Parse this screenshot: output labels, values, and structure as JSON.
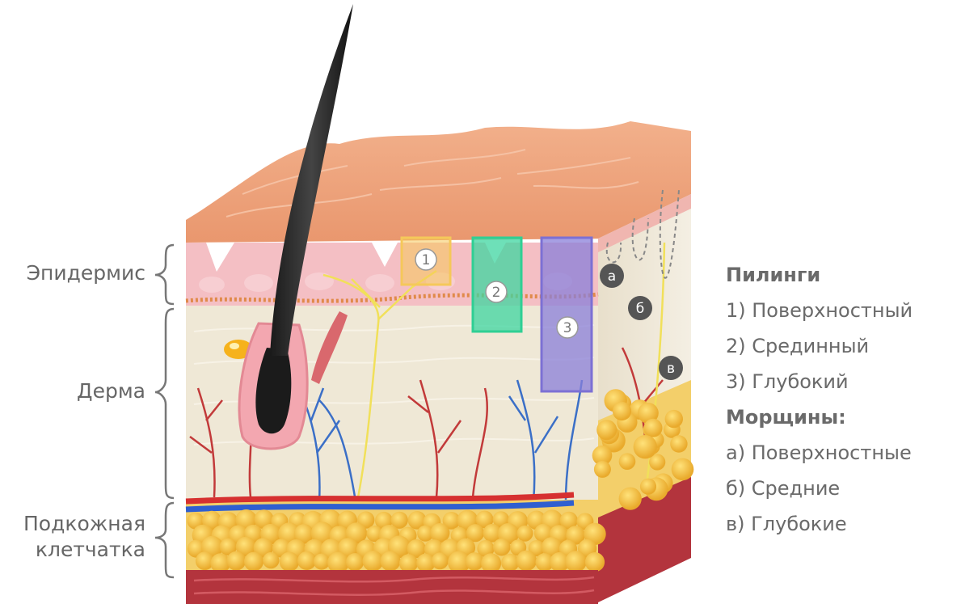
{
  "layers": {
    "epidermis": "Эпидермис",
    "dermis": "Дерма",
    "subcutaneous_line1": "Подкожная",
    "subcutaneous_line2": "клетчатка"
  },
  "peel_markers": [
    "1",
    "2",
    "3"
  ],
  "wrinkle_markers": [
    "а",
    "б",
    "в"
  ],
  "legend": {
    "peels_heading": "Пилинги",
    "peels": [
      "1) Поверхностный",
      "2) Срединный",
      "3) Глубокий"
    ],
    "wrinkles_heading": "Морщины:",
    "wrinkles": [
      "а) Поверхностные",
      "б) Средние",
      "в) Глубокие"
    ]
  },
  "colors": {
    "peel_1": "#f5c85a",
    "peel_2": "#3ed6a0",
    "peel_3": "#8a7fd9",
    "badge": "#555555",
    "skin_top": "#eea27b",
    "epidermis": "#f4bfc4",
    "dermis": "#efe8d6",
    "fat": "#f6c84a"
  }
}
